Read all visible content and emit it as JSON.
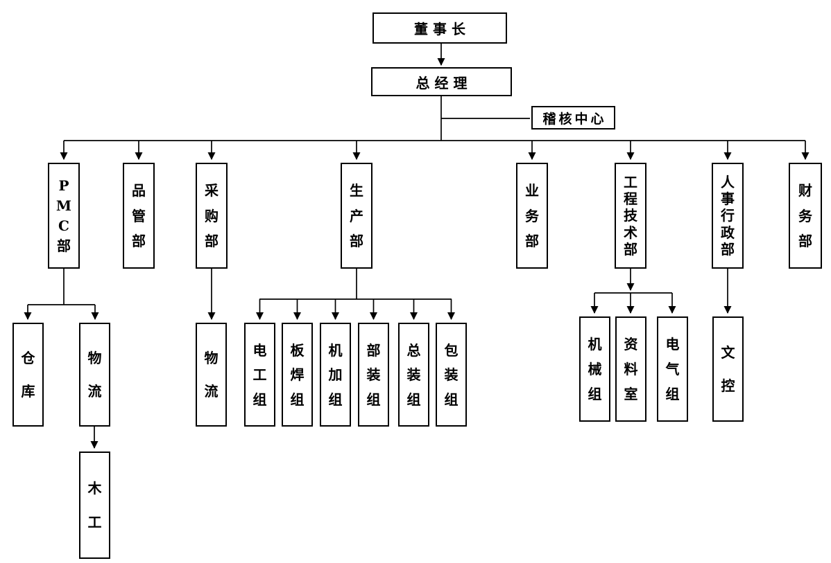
{
  "diagram_type": "org-chart",
  "colors": {
    "background": "#ffffff",
    "line": "#000000",
    "box_border": "#000000",
    "text": "#000000"
  },
  "nodes": {
    "chairman": {
      "label": "董事长"
    },
    "general_manager": {
      "label": "总经理"
    },
    "audit_center": {
      "label": "稽核中心"
    },
    "pmc_dept": {
      "label": "PMC部"
    },
    "quality_dept": {
      "label": "品管部"
    },
    "purchasing_dept": {
      "label": "采购部"
    },
    "production_dept": {
      "label": "生产部"
    },
    "business_dept": {
      "label": "业务部"
    },
    "engineering_dept": {
      "label": "工程技术部"
    },
    "hr_admin_dept": {
      "label": "人事行政部"
    },
    "finance_dept": {
      "label": "财务部"
    },
    "warehouse": {
      "label": "仓库"
    },
    "logistics_pmc": {
      "label": "物流"
    },
    "woodworking": {
      "label": "木工"
    },
    "logistics_purchasing": {
      "label": "物流"
    },
    "electrician_group": {
      "label": "电工组"
    },
    "plate_welding_group": {
      "label": "板焊组"
    },
    "machining_group": {
      "label": "机加组"
    },
    "sub_assembly_group": {
      "label": "部装组"
    },
    "final_assembly_group": {
      "label": "总装组"
    },
    "packaging_group": {
      "label": "包装组"
    },
    "mechanical_group": {
      "label": "机械组"
    },
    "data_room": {
      "label": "资料室"
    },
    "electrical_group": {
      "label": "电气组"
    },
    "document_control": {
      "label": "文控"
    }
  },
  "edges": [
    [
      "chairman",
      "general_manager"
    ],
    [
      "general_manager",
      "audit_center"
    ],
    [
      "general_manager",
      "pmc_dept"
    ],
    [
      "general_manager",
      "quality_dept"
    ],
    [
      "general_manager",
      "purchasing_dept"
    ],
    [
      "general_manager",
      "production_dept"
    ],
    [
      "general_manager",
      "business_dept"
    ],
    [
      "general_manager",
      "engineering_dept"
    ],
    [
      "general_manager",
      "hr_admin_dept"
    ],
    [
      "general_manager",
      "finance_dept"
    ],
    [
      "pmc_dept",
      "warehouse"
    ],
    [
      "pmc_dept",
      "logistics_pmc"
    ],
    [
      "logistics_pmc",
      "woodworking"
    ],
    [
      "purchasing_dept",
      "logistics_purchasing"
    ],
    [
      "production_dept",
      "electrician_group"
    ],
    [
      "production_dept",
      "plate_welding_group"
    ],
    [
      "production_dept",
      "machining_group"
    ],
    [
      "production_dept",
      "sub_assembly_group"
    ],
    [
      "production_dept",
      "final_assembly_group"
    ],
    [
      "production_dept",
      "packaging_group"
    ],
    [
      "engineering_dept",
      "mechanical_group"
    ],
    [
      "engineering_dept",
      "data_room"
    ],
    [
      "engineering_dept",
      "electrical_group"
    ],
    [
      "hr_admin_dept",
      "document_control"
    ]
  ]
}
